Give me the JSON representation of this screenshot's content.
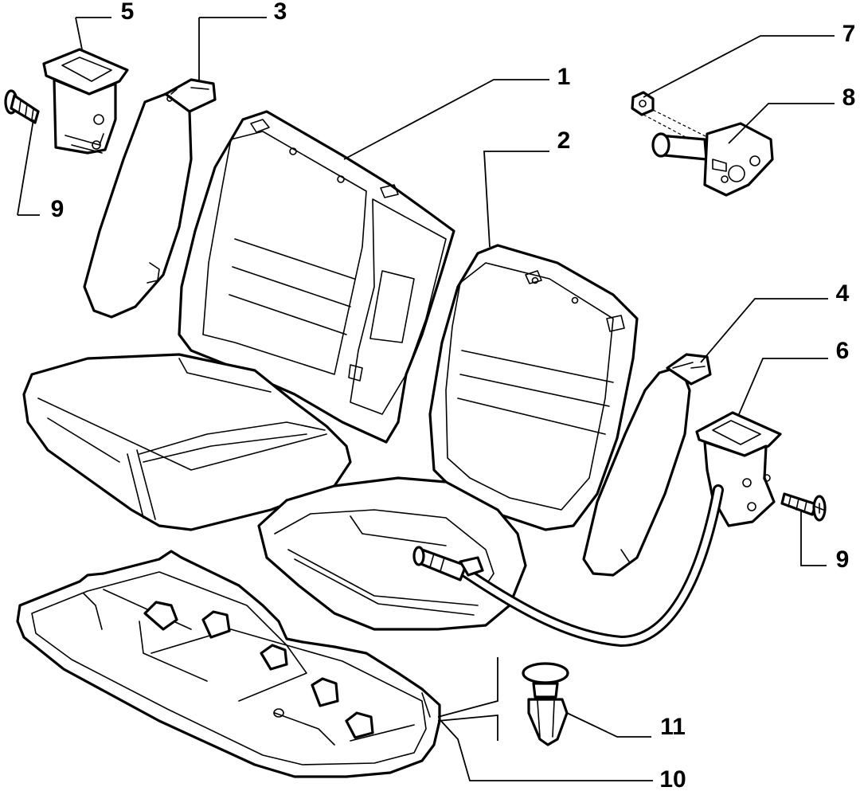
{
  "diagram": {
    "callouts": [
      {
        "id": "c1",
        "label": "1"
      },
      {
        "id": "c2",
        "label": "2"
      },
      {
        "id": "c3",
        "label": "3"
      },
      {
        "id": "c4",
        "label": "4"
      },
      {
        "id": "c5",
        "label": "5"
      },
      {
        "id": "c6",
        "label": "6"
      },
      {
        "id": "c7",
        "label": "7"
      },
      {
        "id": "c8",
        "label": "8"
      },
      {
        "id": "c9a",
        "label": "9"
      },
      {
        "id": "c9b",
        "label": "9"
      },
      {
        "id": "c10",
        "label": "10"
      },
      {
        "id": "c11",
        "label": "11"
      }
    ],
    "colors": {
      "line": "#000000",
      "background": "#ffffff"
    }
  }
}
